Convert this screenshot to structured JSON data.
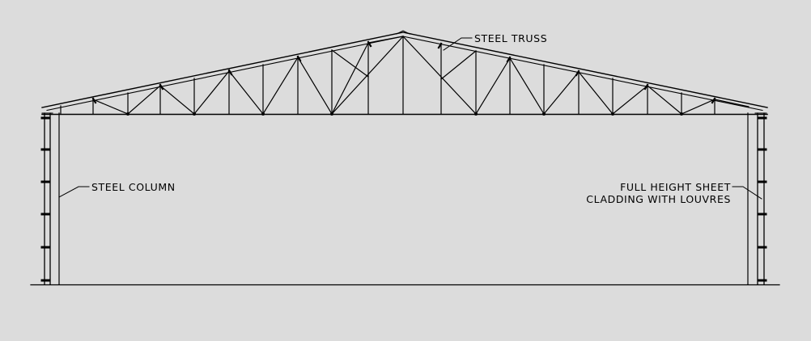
{
  "diagram": {
    "type": "steel portal frame elevation",
    "line_color": "#000000",
    "background_color": "#dcdcdc",
    "labels": {
      "steel_truss": "STEEL TRUSS",
      "steel_column": "STEEL COLUMN",
      "cladding_line1": "FULL HEIGHT SHEET",
      "cladding_line2": "CLADDING WITH LOUVRES"
    }
  }
}
